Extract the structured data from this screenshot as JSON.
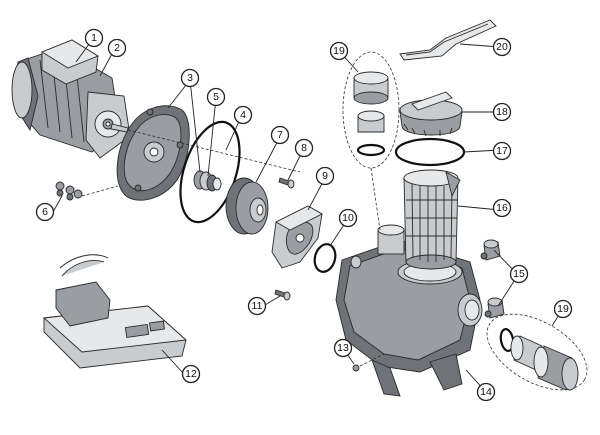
{
  "callouts": {
    "c1": "1",
    "c2": "2",
    "c3": "3",
    "c4": "4",
    "c5": "5",
    "c6": "6",
    "c7": "7",
    "c8": "8",
    "c9": "9",
    "c10": "10",
    "c11": "11",
    "c12": "12",
    "c13": "13",
    "c14": "14",
    "c15": "15",
    "c16": "16",
    "c17": "17",
    "c18": "18",
    "c19a": "19",
    "c19b": "19",
    "c20": "20"
  }
}
